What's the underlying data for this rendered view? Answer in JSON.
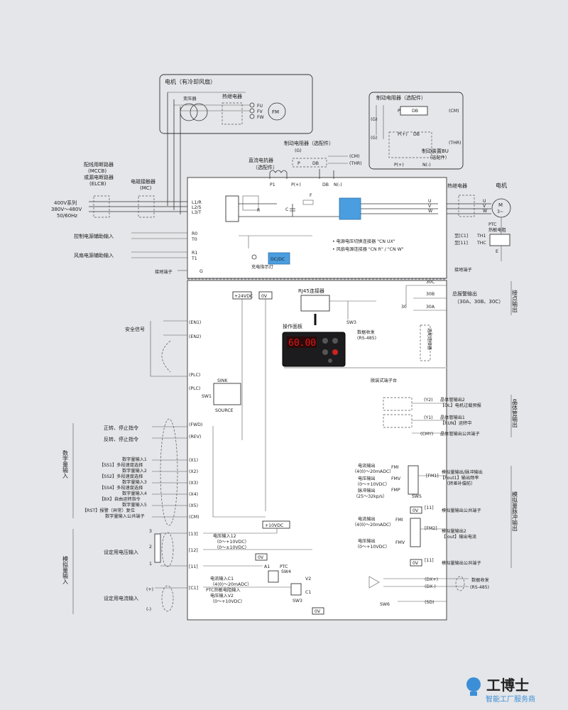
{
  "top": {
    "motor_fan_title": "电机（有冷却风扇）",
    "transformer": "变压器",
    "thermal_relay": "热继电器",
    "fan_terms": [
      "FU",
      "FV",
      "FW"
    ],
    "fm": "FM",
    "brake_resistor_right_title": "制动电阻器（选配件）",
    "brake_unit": "制动装置BU",
    "brake_unit_sub": "（选配件）",
    "brake_resistor_mid_title": "制动电阻器（选配件）",
    "dc_reactor_title": "直流电抗器",
    "dc_reactor_sub": "（选配件）",
    "cm": "(CM)",
    "thr": "(THR)",
    "g": "(G)"
  },
  "left_power": {
    "mccb1": "配线用断路器",
    "mccb2": "(MCCB)",
    "mccb3": "或漏电断路器",
    "mccb4": "(ELCB)",
    "mc1": "电磁接触器",
    "mc2": "(MC)",
    "volt1": "400V系列",
    "volt2": "380V～480V",
    "volt3": "50/60Hz",
    "ctrl_aux": "控制电源辅助输入",
    "fan_aux": "风扇电源辅助输入",
    "ground": "接地端子"
  },
  "main_terminals": {
    "l1": "L1/R",
    "l2": "L2/S",
    "l3": "L3/T",
    "r0": "R0",
    "t0": "T0",
    "r1": "R1",
    "t1": "T1",
    "g": "G",
    "p1": "P1",
    "pplus": "P(+)",
    "db": "DB",
    "nminus": "N(-)",
    "u": "U",
    "v": "V",
    "w": "W",
    "r": "R",
    "c": "C",
    "f": "F",
    "dcdc": "DC/DC",
    "charge_lamp": "充电指示灯",
    "note1": "• 电源电压切换连接器 \"CN UX\"",
    "note2": "• 风扇电源连接器 \"CN R\" / \"CN W\""
  },
  "right_motor": {
    "thermal": "热继电器",
    "motor": "电机",
    "m": "M",
    "m3": "3~",
    "ptc1": "PTC",
    "ptc2": "热敏电阻",
    "th1": "TH1",
    "thc": "THC",
    "e": "E",
    "c1": "至[C1]",
    "t11": "至[11]",
    "ground": "接地端子"
  },
  "control": {
    "v24": "+24VDC",
    "v0": "0V",
    "rj45": "RJ45连接器",
    "panel": "操作面板",
    "sw3": "SW3",
    "comm1": "数据收发",
    "comm2": "(RS-485)",
    "display": "60.00",
    "select_connector": "选配连接器",
    "terminal_block": "脱装式端子台",
    "safety": "安全信号",
    "en1": "(EN1)",
    "en2": "(EN2)",
    "plc1": "(PLC)",
    "plc2": "(PLC)",
    "sink": "SINK",
    "source": "SOURCE",
    "sw1": "SW1",
    "fwd_label": "正转、停止指令",
    "rev_label": "反转、停止指令",
    "fwd": "(FWD)",
    "rev": "(REV)",
    "x_terms": [
      "(X1)",
      "(X2)",
      "(X3)",
      "(X4)",
      "(X5)",
      "(CM)"
    ],
    "x_labels": [
      "数字量输入1",
      "【SS1】多段速度选择",
      "数字量输入2",
      "【SS2】多段速度选择",
      "数字量输入3",
      "【SS4】多段速度选择",
      "数字量输入4",
      "【BX】自由运转指令",
      "数字量输入5",
      "【RST】报警（异常）复位",
      "数字量输入公共端子"
    ],
    "digital_input": "数字量输入",
    "analog_input": "模拟量输入",
    "v10": "+10VDC",
    "t13": "[13]",
    "t12": "[12]",
    "t11": "[11]",
    "tc1": "[C1]",
    "v12_1": "电压输入12",
    "v12_2": "（0～+10VDC）",
    "v12_3": "（0～±10VDC）",
    "ov": "0V",
    "a1": "A1",
    "ptc": "PTC",
    "sw4": "SW4",
    "c1_1": "电流输入C1",
    "c1_2": "（4(0)～20mADC）",
    "c1_3": "PTC热敏电阻输入",
    "c1_4": "电压输入V2",
    "c1_5": "（0～+10VDC）",
    "v2": "V2",
    "c1": "C1",
    "sw3b": "SW3",
    "ov2": "0V",
    "set_voltage": "设定用电压输入",
    "set_current": "设定用电流输入",
    "pot": [
      "3",
      "2",
      "1"
    ],
    "cur": [
      "(+)",
      "(-)"
    ]
  },
  "right_outputs": {
    "t30a": "30A",
    "t30b": "30B",
    "t30c": "30C",
    "k30": "30",
    "alarm": "总报警输出",
    "alarm2": "（30A、30B、30C）",
    "contact": "接点输出",
    "y2": "(Y2)",
    "y1": "(Y1)",
    "cmy": "(CMY)",
    "y2_1": "晶体管输出2",
    "y2_2": "【OL】电机过载预报",
    "y1_1": "晶体管输出1",
    "y1_2": "【RUN】运转中",
    "cmy_1": "晶体管输出公共端子",
    "transistor": "晶体管输出",
    "fm1": "[FM1]",
    "fm2": "[FM2]",
    "fmi": "FMI",
    "fmv": "FMV",
    "fmp": "FMP",
    "sw5": "SW5",
    "cur_out_1": "电流输出",
    "cur_out_2": "（4(0)～20mADC）",
    "volt_out_1": "电压输出",
    "volt_out_2": "（0～+10VDC）",
    "pulse_out_1": "脉冲输出",
    "pulse_out_2": "（25～32kp/s）",
    "fm1_1": "模拟量输出/脉冲输出",
    "fm1_2": "【Fout1】输出频率",
    "fm1_3": "（转差补偿前）",
    "ov": "0V",
    "t11": "[11]",
    "common": "模拟量输出公共端子",
    "fm2_1": "模拟量输出2",
    "fm2_2": "【Iout】输出电流",
    "cur_out2_1": "电流输出",
    "cur_out2_2": "（4(0)～20mADC）",
    "volt_out2_1": "电压输出",
    "volt_out2_2": "（0～+10VDC）",
    "ov2": "0V",
    "t11b": "[11]",
    "common2": "模拟量输出公共端子",
    "analog_pulse": "模拟量脉冲输出",
    "dxp": "(DX+)",
    "dxm": "(DX-)",
    "sd": "(SD)",
    "sw6": "SW6",
    "comm1": "数据收发",
    "comm2": "(RS-485)"
  },
  "logo": {
    "brand": "工博士",
    "sub": "智能工厂服务商"
  },
  "colors": {
    "accent_blue": "#3c8fd6",
    "box_blue": "#4a9ee0",
    "display_red": "#d01818"
  }
}
